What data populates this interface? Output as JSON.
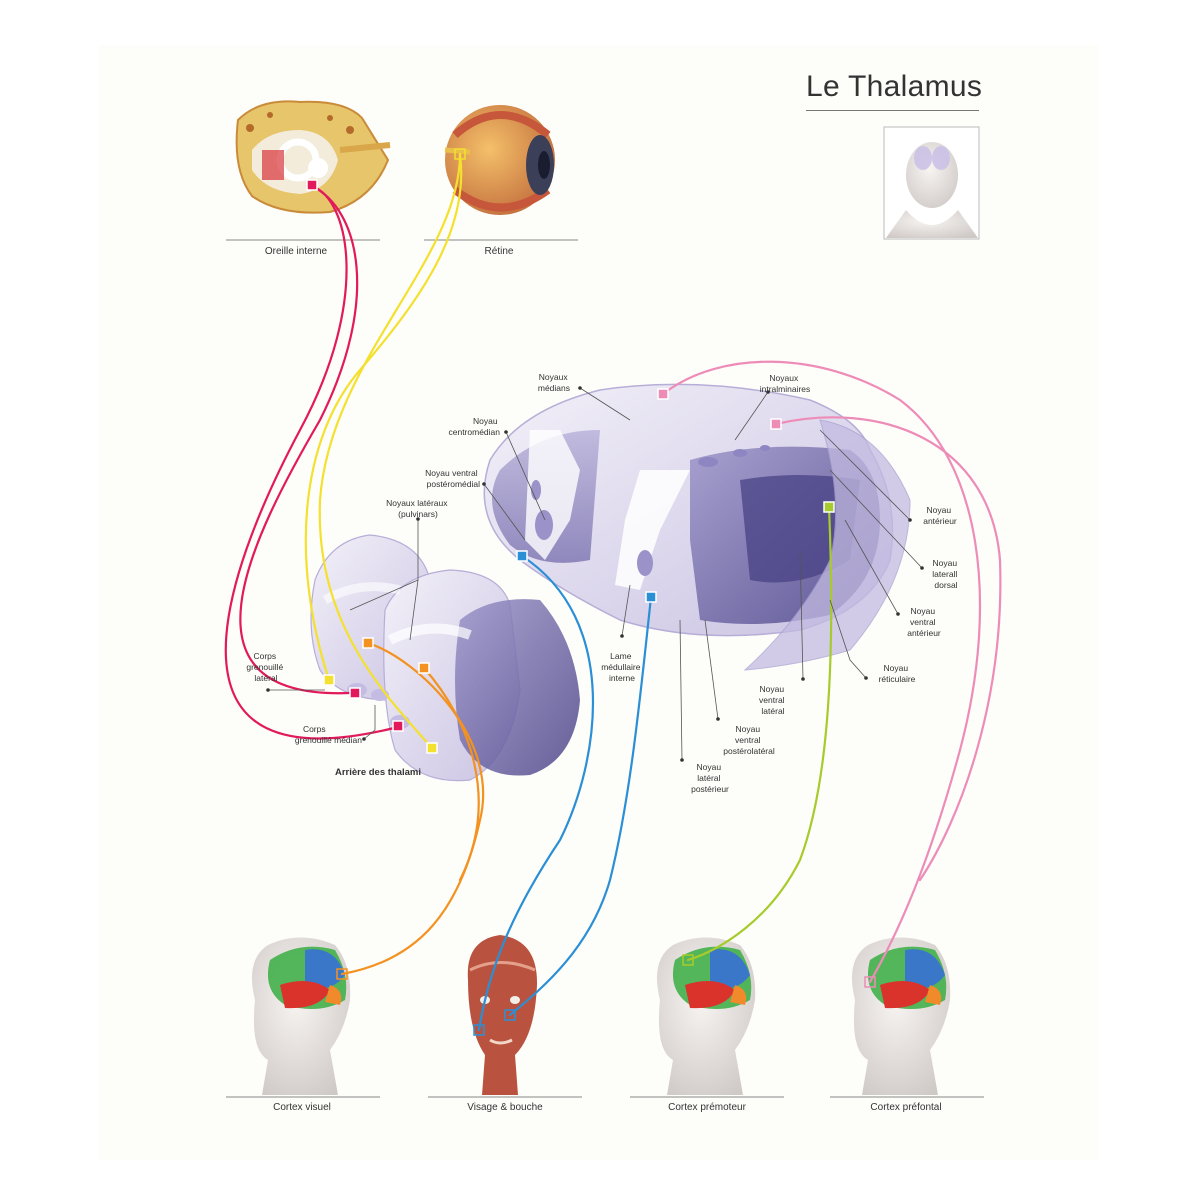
{
  "title": "Le Thalamus",
  "colors": {
    "auditory": "#e2195a",
    "visual": "#f4e02e",
    "optic_to_cortex": "#f39221",
    "face": "#2b8fd6",
    "premotor": "#a7cb2c",
    "prefrontal": "#ee8cb8",
    "thalamus_light": "#ddd7ee",
    "thalamus_dark": "#5d5597"
  },
  "top_panels": [
    {
      "label": "Oreille interne",
      "icon": "inner-ear-illustration"
    },
    {
      "label": "Rétine",
      "icon": "eye-illustration"
    }
  ],
  "bottom_panels": [
    {
      "label": "Cortex visuel",
      "icon": "head-brain-illustration"
    },
    {
      "label": "Visage & bouche",
      "icon": "face-muscles-illustration"
    },
    {
      "label": "Cortex prémoteur",
      "icon": "head-brain-illustration"
    },
    {
      "label": "Cortex préfontal",
      "icon": "head-brain-illustration"
    }
  ],
  "back_label": "Arrière des thalami",
  "labels": {
    "noyaux_medians": [
      "Noyaux",
      "médians"
    ],
    "noyaux_intralminaires": [
      "Noyaux",
      "intralminaires"
    ],
    "noyau_centromedian": [
      "Noyau",
      "centromédian"
    ],
    "noyau_ventral_posteromedial": [
      "Noyau ventral",
      "postéromédial"
    ],
    "noyaux_lateraux": [
      "Noyaux latéraux",
      "(pulvinars)"
    ],
    "noyau_anterieur": [
      "Noyau",
      "antérieur"
    ],
    "noyau_laterall_dorsal": [
      "Noyau",
      "laterall",
      "dorsal"
    ],
    "noyau_ventral_anterieur": [
      "Noyau",
      "ventral",
      "antérieur"
    ],
    "noyau_reticulaire": [
      "Noyau",
      "réticulaire"
    ],
    "noyau_ventral_lateral": [
      "Noyau",
      "ventral",
      "latéral"
    ],
    "noyau_ventral_posterolateral": [
      "Noyau",
      "ventral",
      "postérolatéral"
    ],
    "noyau_lateral_posterieur": [
      "Noyau",
      "latéral",
      "postérieur"
    ],
    "lame_medullaire_interne": [
      "Lame",
      "médullaire",
      "interne"
    ],
    "corps_genouille_lateral": [
      "Corps",
      "grenouillé",
      "latéral"
    ],
    "corps_genouille_median": [
      "Corps",
      "grenouillé médian"
    ]
  }
}
